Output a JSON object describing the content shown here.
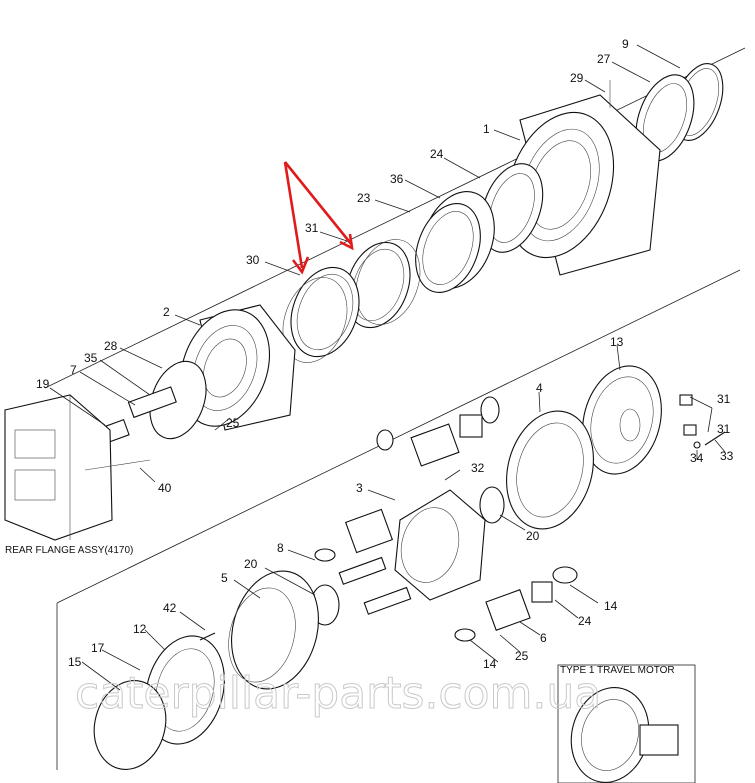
{
  "callouts": [
    "1",
    "2",
    "3",
    "4",
    "5",
    "6",
    "7",
    "8",
    "9",
    "12",
    "13",
    "14",
    "14",
    "15",
    "17",
    "19",
    "20",
    "20",
    "23",
    "24",
    "24",
    "25",
    "25",
    "27",
    "28",
    "29",
    "30",
    "31",
    "31",
    "32",
    "33",
    "34",
    "35",
    "36",
    "40",
    "42"
  ],
  "captions": {
    "rear_flange": "REAR FLANGE ASSY(4170)",
    "type1": "TYPE 1 TRAVEL MOTOR"
  },
  "watermark": "caterpillar-parts.com.ua",
  "colors": {
    "arrow": "#e01b1b",
    "line": "#222222",
    "watermark": "#c9c9c9"
  }
}
